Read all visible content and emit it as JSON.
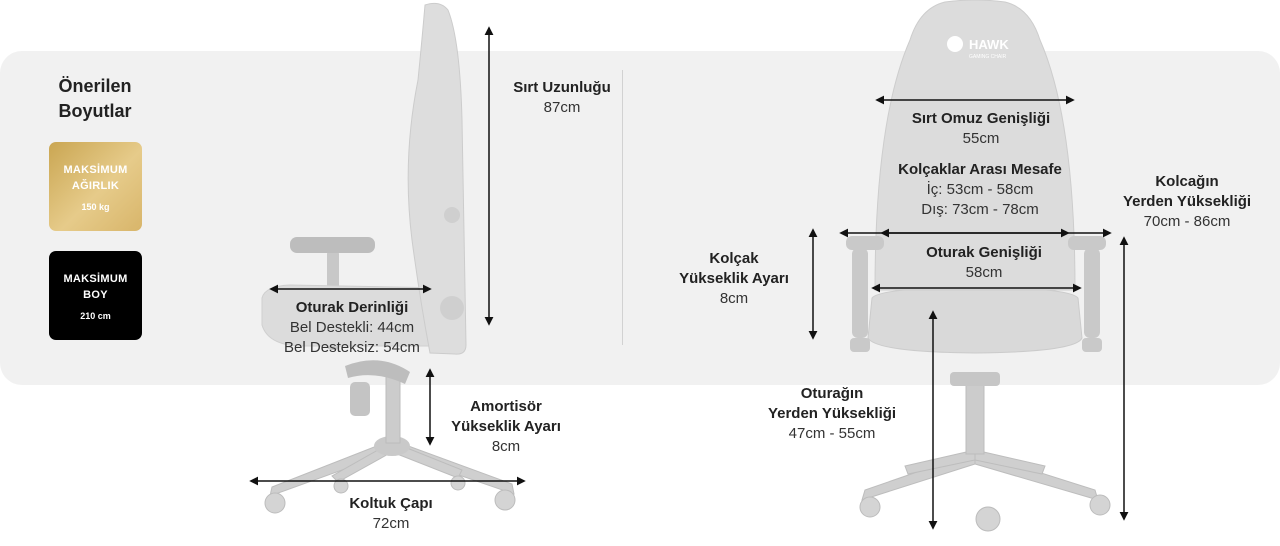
{
  "recommended": {
    "title": "Önerilen Boyutlar",
    "weight_label": "MAKSİMUM AĞIRLIK",
    "weight_value": "150 kg",
    "height_label": "MAKSİMUM BOY",
    "height_value": "210 cm"
  },
  "brand": {
    "logo_text": "HAWK",
    "logo_subtext": "GAMING CHAIR"
  },
  "measurements": {
    "back_length": {
      "title": "Sırt Uzunluğu",
      "value": "87cm"
    },
    "seat_depth": {
      "title": "Oturak Derinliği",
      "value1": "Bel Destekli: 44cm",
      "value2": "Bel Desteksiz: 54cm"
    },
    "shock_height": {
      "title1": "Amortisör",
      "title2": "Yükseklik Ayarı",
      "value": "8cm"
    },
    "base_diameter": {
      "title": "Koltuk  Çapı",
      "value": "72cm"
    },
    "shoulder_width": {
      "title": "Sırt Omuz Genişliği",
      "value": "55cm"
    },
    "armrest_distance": {
      "title": "Kolçaklar Arası Mesafe",
      "value1": "İç: 53cm - 58cm",
      "value2": "Dış: 73cm - 78cm"
    },
    "seat_width": {
      "title": "Oturak Genişliği",
      "value": "58cm"
    },
    "armrest_adjust": {
      "title1": "Kolçak",
      "title2": "Yükseklik Ayarı",
      "value": "8cm"
    },
    "armrest_floor_height": {
      "title1": "Kolcağın",
      "title2": "Yerden Yüksekliği",
      "value": "70cm - 86cm"
    },
    "seat_floor_height": {
      "title1": "Oturağın",
      "title2": "Yerden Yüksekliği",
      "value": "47cm - 55cm"
    }
  }
}
